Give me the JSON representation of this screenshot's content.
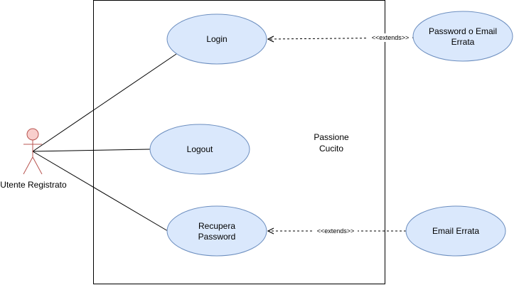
{
  "system": {
    "name_line1": "Passione",
    "name_line2": "Cucito"
  },
  "actor": {
    "label": "Utente Registrato"
  },
  "use_cases": {
    "login": "Login",
    "logout": "Logout",
    "recupera_line1": "Recupera",
    "recupera_line2": "Password"
  },
  "extensions": {
    "password_email_line1": "Password o Email",
    "password_email_line2": "Errata",
    "email_errata": "Email Errata"
  },
  "relations": {
    "extends_1": "<<extends>>",
    "extends_2": "<<extends>>"
  },
  "colors": {
    "usecase_fill": "#dae8fc",
    "usecase_stroke": "#6c8ebf",
    "actor_fill": "#f8cecc",
    "actor_stroke": "#b85450",
    "line": "#000000"
  }
}
